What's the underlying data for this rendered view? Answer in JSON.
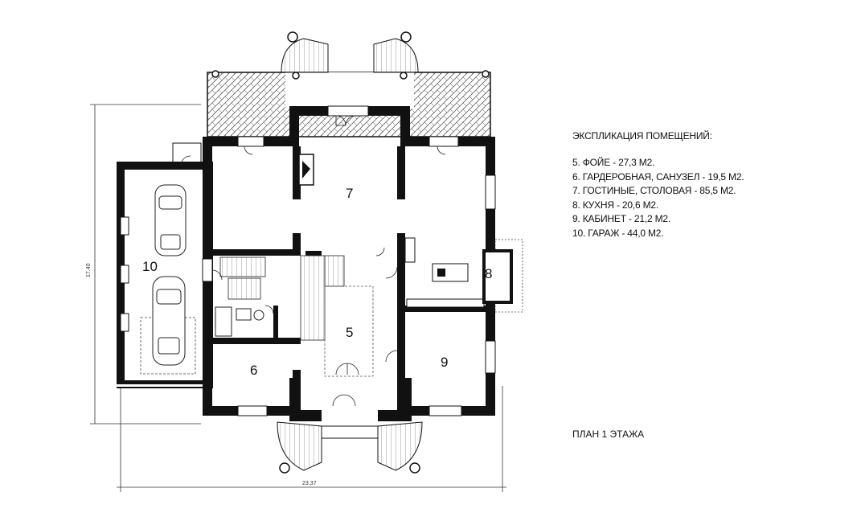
{
  "legend": {
    "title": "ЭКСПЛИКАЦИЯ ПОМЕЩЕНИЙ:",
    "items": [
      "5. ФОЙЕ - 27,3 М2.",
      "6. ГАРДЕРОБНАЯ, САНУЗЕЛ - 19,5 М2.",
      "7. ГОСТИНЫЕ, СТОЛОВАЯ - 85,5 М2.",
      "8. КУХНЯ - 20,6 М2.",
      "9. КАБИНЕТ - 21,2 М2.",
      "10. ГАРАЖ - 44,0 М2."
    ]
  },
  "plan_title": "ПЛАН 1 ЭТАЖА",
  "rooms": {
    "r5": "5",
    "r6": "6",
    "r7": "7",
    "r8": "8",
    "r9": "9",
    "r10": "10"
  },
  "dimensions": {
    "width": "23.37",
    "height": "17.40"
  }
}
